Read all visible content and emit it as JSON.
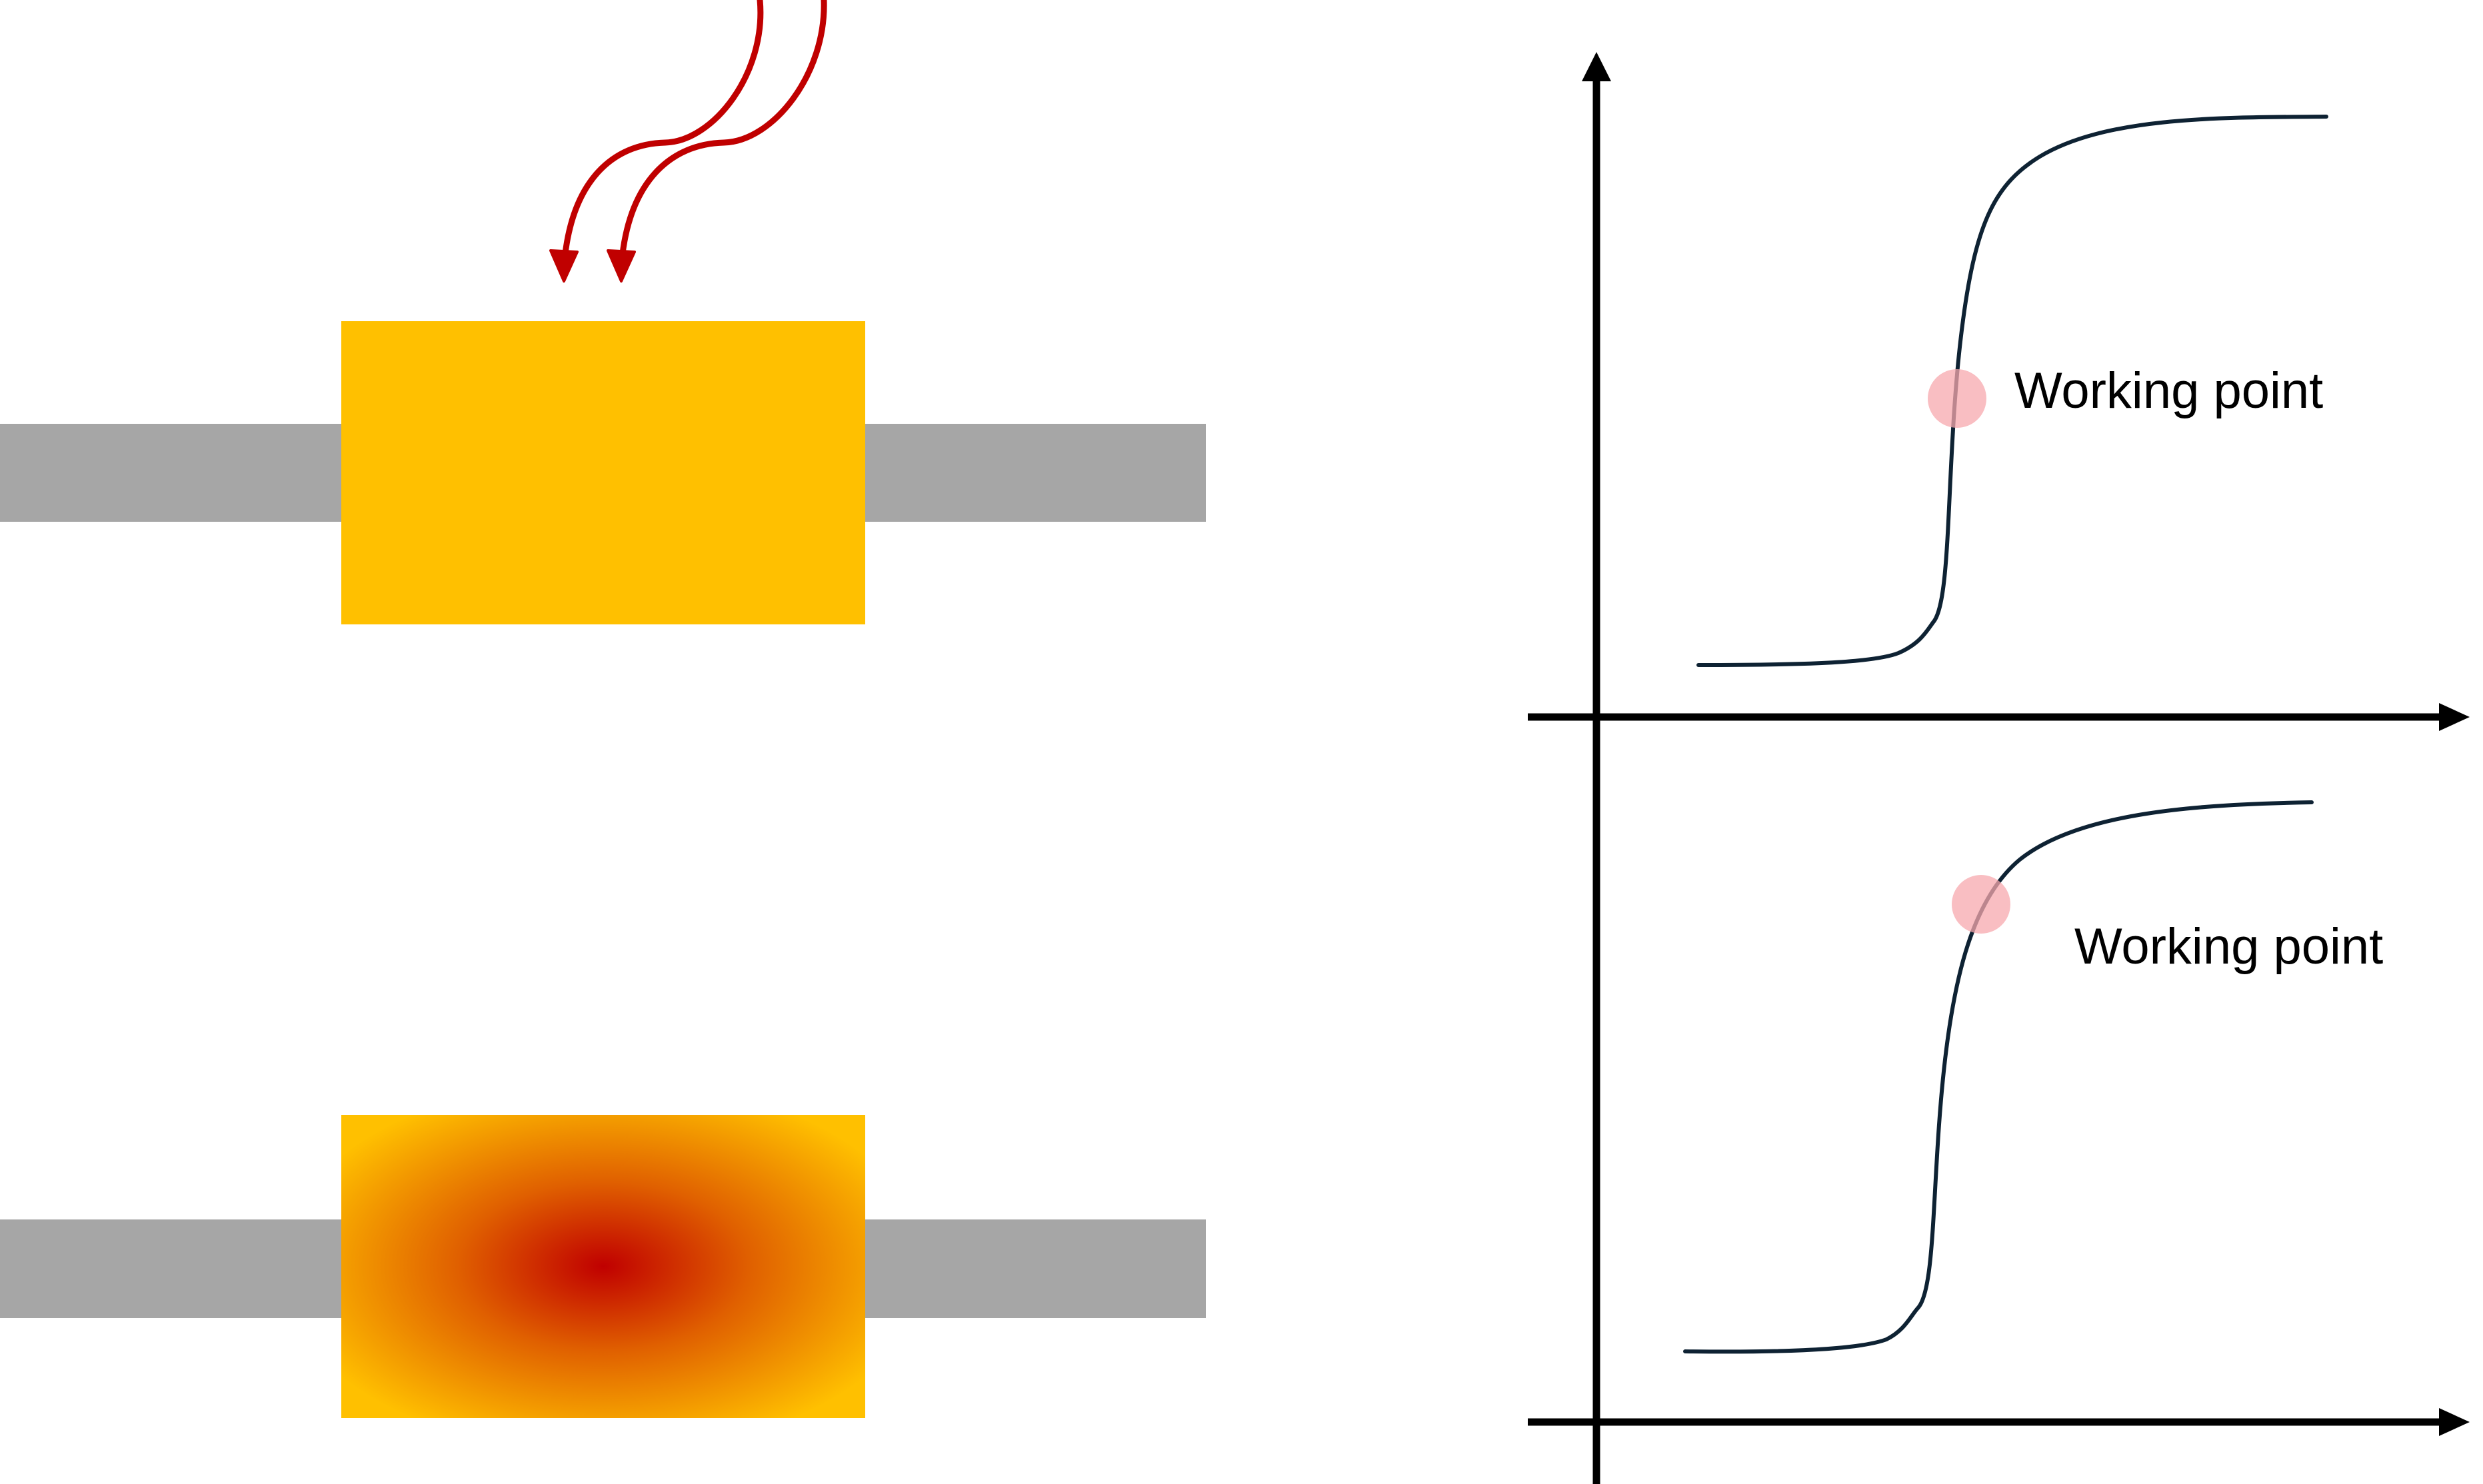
{
  "colors": {
    "rail": "#a6a6a6",
    "block": "#ffc000",
    "hot_center": "#c00000",
    "heat_arrow": "#c00000",
    "curve": "#0e2233",
    "axis": "#000000",
    "working_point_marker": "#f7a8ad",
    "background": "#ffffff"
  },
  "icons": {
    "heat_input": "wavy-double-arrow-icon"
  },
  "top_panel": {
    "state": "uniform",
    "working_point_label": "Working point"
  },
  "bottom_panel": {
    "state": "hotspot",
    "working_point_label": "Working point"
  }
}
